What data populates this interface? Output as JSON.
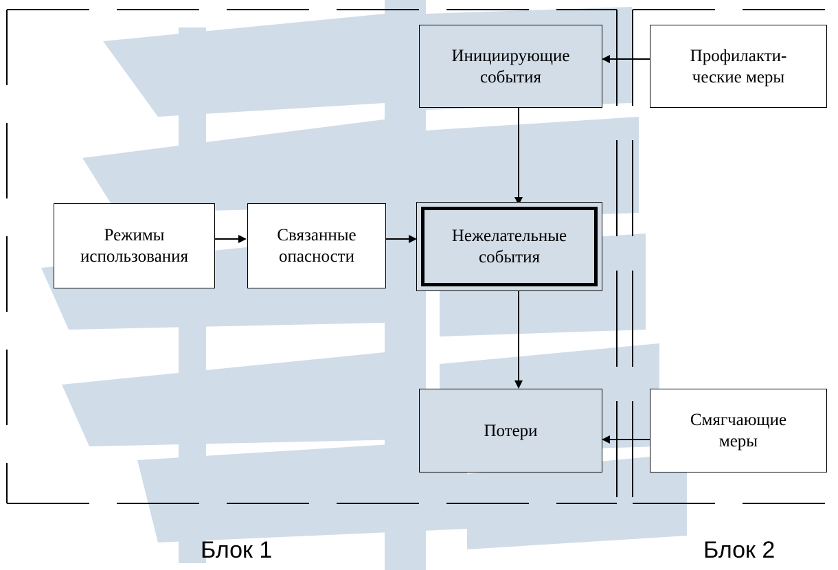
{
  "diagram": {
    "nodes": {
      "modes": {
        "line1": "Режимы",
        "line2": "использования"
      },
      "hazards": {
        "line1": "Связанные",
        "line2": "опасности"
      },
      "initiating": {
        "line1": "Инициирующие",
        "line2": "события"
      },
      "undesired": {
        "line1": "Нежелательные",
        "line2": "события"
      },
      "losses": {
        "line1": "Потери",
        "line2": ""
      },
      "preventive": {
        "line1": "Профилакти-",
        "line2": "ческие меры"
      },
      "mitigating": {
        "line1": "Смягчающие",
        "line2": "меры"
      }
    },
    "blocks": {
      "block1": "Блок 1",
      "block2": "Блок 2"
    },
    "colors": {
      "watermark": "#c8d7e4",
      "node_fill_tinted": "#d2dde8",
      "line": "#000000"
    }
  }
}
